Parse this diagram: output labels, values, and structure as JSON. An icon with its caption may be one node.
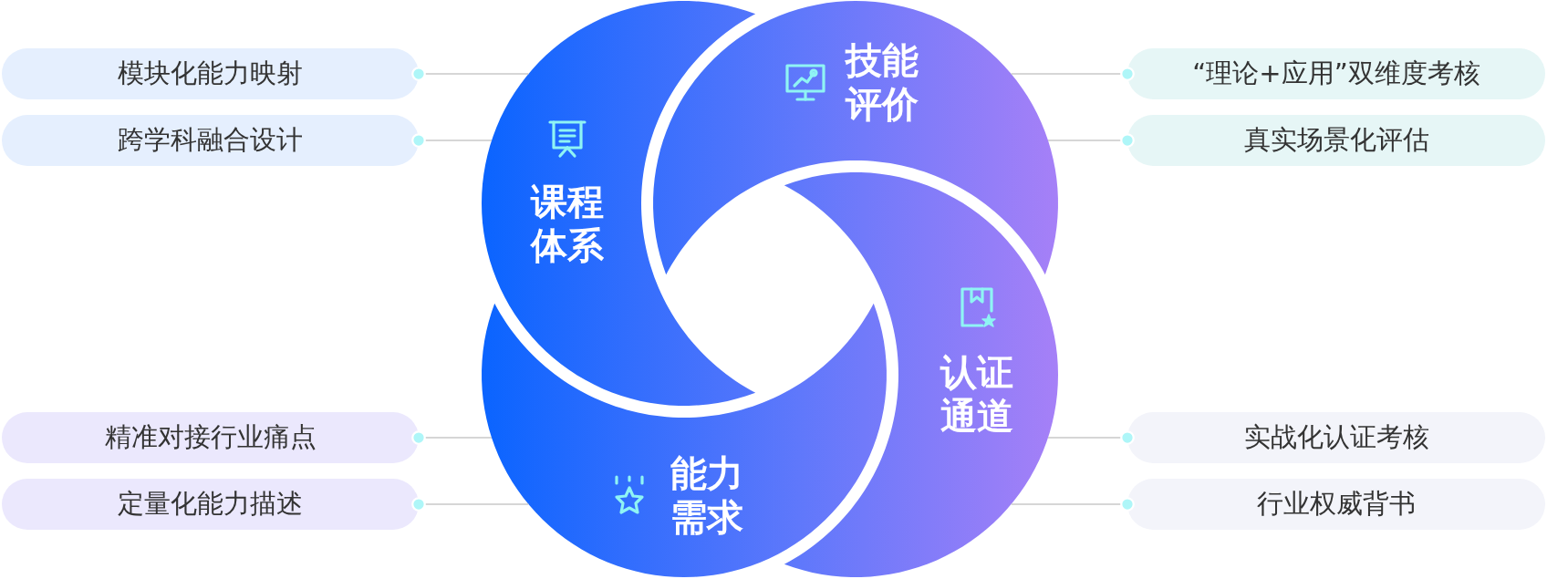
{
  "diagram": {
    "nodes": [
      {
        "text": [
          "模块化能力映射"
        ]
      },
      {
        "text": [
          "跨学科融合设计"
        ]
      },
      {
        "text": [
          "课程体系"
        ]
      },
      {
        "text": [
          "技能评价"
        ]
      },
      {
        "text": [
          "“理论+应用”双维度考核"
        ]
      },
      {
        "text": [
          "真实场景化评估"
        ]
      },
      {
        "text": [
          "认证通道"
        ]
      },
      {
        "text": [
          "能力需求"
        ]
      },
      {
        "text": [
          "精准对接行业痛点"
        ]
      },
      {
        "text": [
          "定量化能力描述"
        ]
      },
      {
        "text": [
          "实战化认证考核"
        ]
      },
      {
        "text": [
          "行业权威背书"
        ]
      }
    ],
    "edges": [
      {
        "from": 0,
        "to": 2,
        "arrow": "other"
      },
      {
        "from": 1,
        "to": 2,
        "arrow": "other"
      },
      {
        "from": 4,
        "to": 3,
        "arrow": "other"
      },
      {
        "from": 5,
        "to": 3,
        "arrow": "other"
      },
      {
        "from": 8,
        "to": 7,
        "arrow": "other"
      },
      {
        "from": 9,
        "to": 7,
        "arrow": "other"
      },
      {
        "from": 10,
        "to": 6,
        "arrow": "other"
      },
      {
        "from": 11,
        "to": 6,
        "arrow": "other"
      }
    ]
  }
}
